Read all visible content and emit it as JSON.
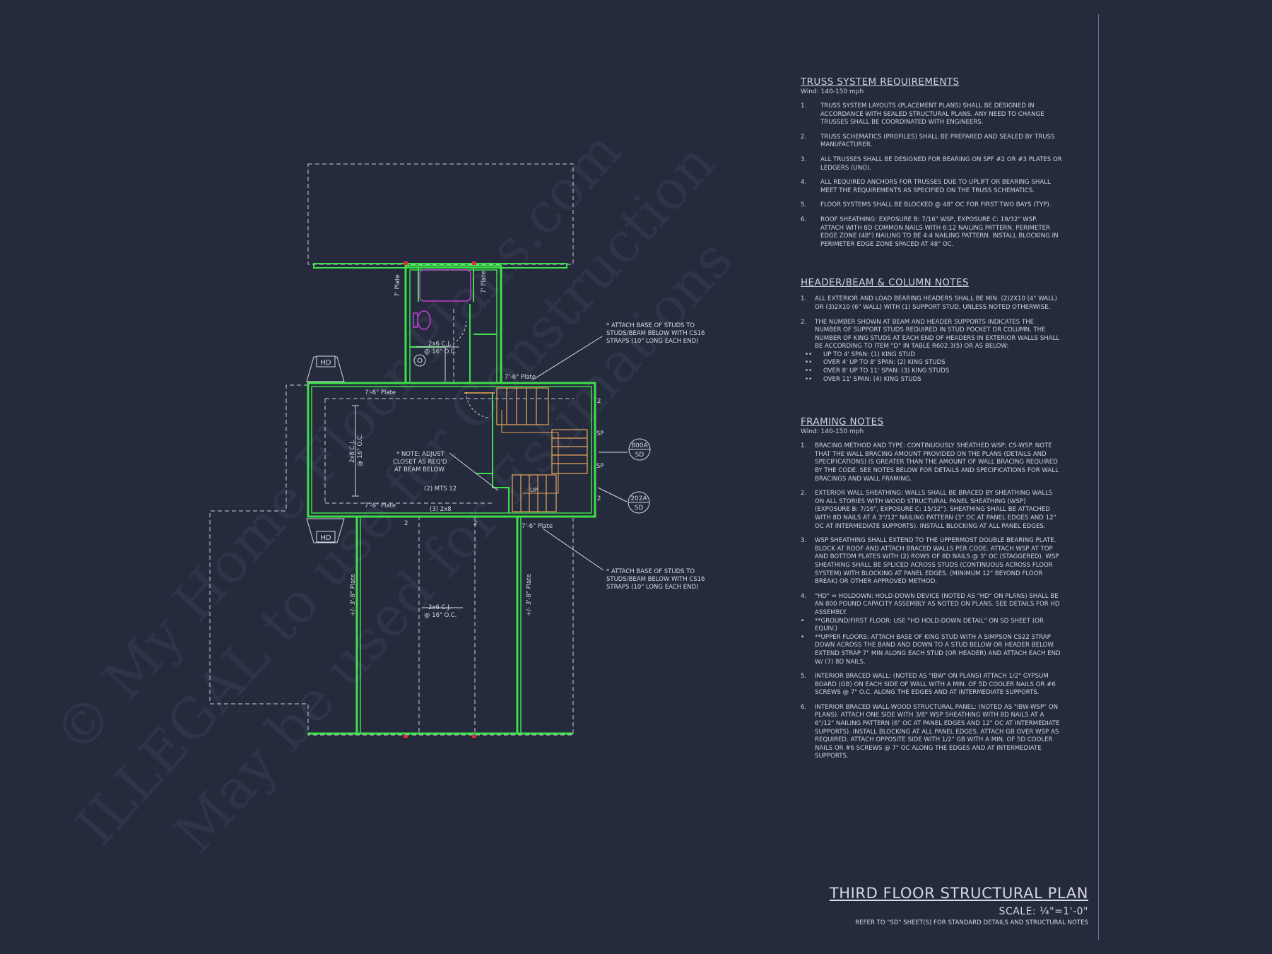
{
  "watermark": {
    "line1": "© My Home Floor Plans.com",
    "line2": "ILLEGAL to use for Construction",
    "line3": "May be used for Estimations"
  },
  "colors": {
    "background": "#252a3d",
    "wall": "#3ee04a",
    "dashed": "#c9ccd6",
    "stair": "#e8a85a",
    "fixture": "#c040d0",
    "hardware": "#e03030",
    "text": "#d6d9e3"
  },
  "plan": {
    "hd_label": "HD",
    "plate_7": "7' Plate",
    "plate_76": "7'-6\" Plate",
    "plate_38": "+/- 3'-8\" Plate",
    "cj_2x6": "2x6 C.J.",
    "cj_2x8": "2x8 C.J.",
    "oc_16": "@ 16\" O.C.",
    "sp": "SP",
    "two": "2",
    "up": "UP",
    "mts": "(2) MTS 12",
    "header_2x8": "(3) 2x8",
    "attach_note_1": "* ATTACH BASE OF STUDS TO",
    "attach_note_2": "STUDS/BEAM BELOW WITH CS16",
    "attach_note_3": "STRAPS (10\" LONG EACH END)",
    "closet_note_1": "* NOTE: ADJUST",
    "closet_note_2": "CLOSET AS REQ'D",
    "closet_note_3": "AT BEAM BELOW.",
    "callout_1_top": "800A",
    "callout_2_top": "202A",
    "callout_bottom": "SD"
  },
  "truss": {
    "title": "TRUSS SYSTEM REQUIREMENTS",
    "wind": "Wind: 140-150 mph",
    "items": [
      {
        "n": "1.",
        "t": "TRUSS SYSTEM LAYOUTS (PLACEMENT PLANS) SHALL BE DESIGNED IN ACCORDANCE WITH SEALED STRUCTURAL PLANS. ANY NEED TO CHANGE TRUSSES SHALL BE COORDINATED WITH ENGINEERS."
      },
      {
        "n": "2.",
        "t": "TRUSS SCHEMATICS (PROFILES) SHALL BE PREPARED AND SEALED BY TRUSS MANUFACTURER."
      },
      {
        "n": "3.",
        "t": "ALL TRUSSES SHALL BE DESIGNED FOR BEARING ON SPF #2 OR #3 PLATES OR LEDGERS (UNO)."
      },
      {
        "n": "4.",
        "t": "ALL REQUIRED ANCHORS FOR TRUSSES DUE TO UPLIFT OR BEARING SHALL MEET THE REQUIREMENTS AS SPECIFIED ON THE TRUSS SCHEMATICS."
      },
      {
        "n": "5.",
        "t": "FLOOR SYSTEMS SHALL BE BLOCKED @ 48\" OC FOR FIRST TWO BAYS (TYP)."
      },
      {
        "n": "6.",
        "t": "ROOF SHEATHING: EXPOSURE B: 7/16\" WSP, EXPOSURE C: 19/32\" WSP. ATTACH WITH 8d COMMON NAILS WITH 6:12 NAILING PATTERN. PERIMETER EDGE ZONE (48\") NAILING TO BE 4:4 NAILING PATTERN. INSTALL BLOCKING IN PERIMETER EDGE ZONE SPACED AT 48\" OC."
      }
    ]
  },
  "header": {
    "title": "HEADER/BEAM & COLUMN NOTES",
    "items": [
      {
        "n": "1.",
        "t": "ALL EXTERIOR AND LOAD BEARING HEADERS SHALL BE MIN. (2)2x10 (4\" WALL) OR (3)2x10 (6\" WALL) WITH (1) SUPPORT STUD, UNLESS NOTED OTHERWISE."
      },
      {
        "n": "2.",
        "t": "THE NUMBER SHOWN AT BEAM AND HEADER SUPPORTS INDICATES THE NUMBER OF SUPPORT STUDS REQUIRED IN STUD POCKET OR COLUMN. THE NUMBER OF KING STUDS AT EACH END OF HEADERS IN EXTERIOR WALLS SHALL BE ACCORDING TO ITEM \"d\" IN TABLE R602.3(5) OR AS BELOW:"
      }
    ],
    "bullets": [
      {
        "b": "••",
        "t": "UP TO 4' SPAN: (1) KING STUD"
      },
      {
        "b": "••",
        "t": "OVER 4' UP TO 8' SPAN: (2) KING STUDS"
      },
      {
        "b": "••",
        "t": "OVER 8' UP TO 11' SPAN: (3) KING STUDS"
      },
      {
        "b": "••",
        "t": "OVER 11' SPAN: (4) KING STUDS"
      }
    ]
  },
  "framing": {
    "title": "FRAMING NOTES",
    "wind": "Wind: 140-150 mph",
    "items": [
      {
        "n": "1.",
        "t": "BRACING METHOD AND TYPE: CONTINUOUSLY SHEATHED WSP; CS-WSP. NOTE THAT THE WALL BRACING AMOUNT PROVIDED ON THE PLANS (DETAILS AND SPECIFICATIONS) IS GREATER THAN THE AMOUNT OF WALL BRACING REQUIRED BY THE CODE. SEE NOTES BELOW FOR DETAILS AND SPECIFICATIONS FOR WALL BRACINGS AND WALL FRAMING."
      },
      {
        "n": "2.",
        "t": "EXTERIOR WALL SHEATHING: WALLS SHALL BE BRACED BY SHEATHING WALLS ON ALL STORIES WITH WOOD STRUCTURAL PANEL SHEATHING (WSP) (EXPOSURE B: 7/16\", EXPOSURE C: 15/32\"). SHEATHING SHALL BE ATTACHED WITH 8d NAILS AT A 3\"/12\" NAILING PATTERN (3\" OC AT PANEL EDGES AND 12\" OC AT INTERMEDIATE SUPPORTS). INSTALL BLOCKING AT ALL PANEL EDGES."
      },
      {
        "n": "3.",
        "t": "WSP SHEATHING SHALL EXTEND TO THE UPPERMOST DOUBLE BEARING PLATE. BLOCK AT ROOF AND ATTACH BRACED WALLS PER CODE. ATTACH WSP AT TOP AND BOTTOM PLATES WITH (2) ROWS OF 8d NAILS @ 3\" OC (STAGGERED). WSP SHEATHING SHALL BE SPLICED ACROSS STUDS (CONTINUOUS ACROSS FLOOR SYSTEM) WITH BLOCKING AT PANEL EDGES. (MINIMUM 12\" BEYOND FLOOR BREAK) OR OTHER APPROVED METHOD."
      },
      {
        "n": "4.",
        "t": "\"HD\" = HOLDOWN: HOLD-DOWN DEVICE (NOTED AS \"HD\" ON PLANS) SHALL BE AN 800 POUND CAPACITY ASSEMBLY AS NOTED ON PLANS. SEE DETAILS FOR HD ASSEMBLY."
      }
    ],
    "bullets": [
      {
        "b": "•",
        "t": "**GROUND/FIRST FLOOR: USE \"HD HOLD-DOWN DETAIL\" ON SD SHEET (OR EQUIV.)"
      },
      {
        "b": "•",
        "t": "**UPPER FLOORS: ATTACH BASE OF KING STUD WITH A SIMPSON CS22 STRAP DOWN ACROSS THE BAND AND DOWN TO A STUD BELOW OR HEADER BELOW. EXTEND STRAP 7\" MIN ALONG EACH STUD (OR HEADER) AND ATTACH EACH END W/ (7) 8d NAILS."
      }
    ],
    "items2": [
      {
        "n": "5.",
        "t": "INTERIOR BRACED WALL: (NOTED AS \"IBW\" ON PLANS) ATTACH 1/2\" GYPSUM BOARD (GB) ON EACH SIDE OF WALL WITH A MIN. OF 5d COOLER NAILS OR #6 SCREWS @ 7\" O.C. ALONG THE EDGES AND AT INTERMEDIATE SUPPORTS."
      },
      {
        "n": "6.",
        "t": "INTERIOR BRACED WALL-WOOD STRUCTURAL PANEL: (NOTED AS \"IBW-WSP\" ON PLANS). ATTACH ONE SIDE WITH 3/8\" WSP SHEATHING WITH 8d NAILS AT A 6\"/12\" NAILING PATTERN (6\" OC AT PANEL EDGES AND 12\" OC AT INTERMEDIATE SUPPORTS). INSTALL BLOCKING AT ALL PANEL EDGES. ATTACH GB OVER WSP AS REQUIRED. ATTACH OPPOSITE SIDE WITH 1/2\" GB WITH A MIN. OF 5d COOLER NAILS OR #6 SCREWS @ 7\" OC ALONG THE EDGES AND AT INTERMEDIATE SUPPORTS."
      }
    ]
  },
  "title_block": {
    "title": "THIRD FLOOR STRUCTURAL PLAN",
    "scale": "SCALE: ¼\"=1'-0\"",
    "refer": "REFER TO \"SD\" SHEET(S) FOR STANDARD DETAILS AND STRUCTURAL NOTES"
  }
}
